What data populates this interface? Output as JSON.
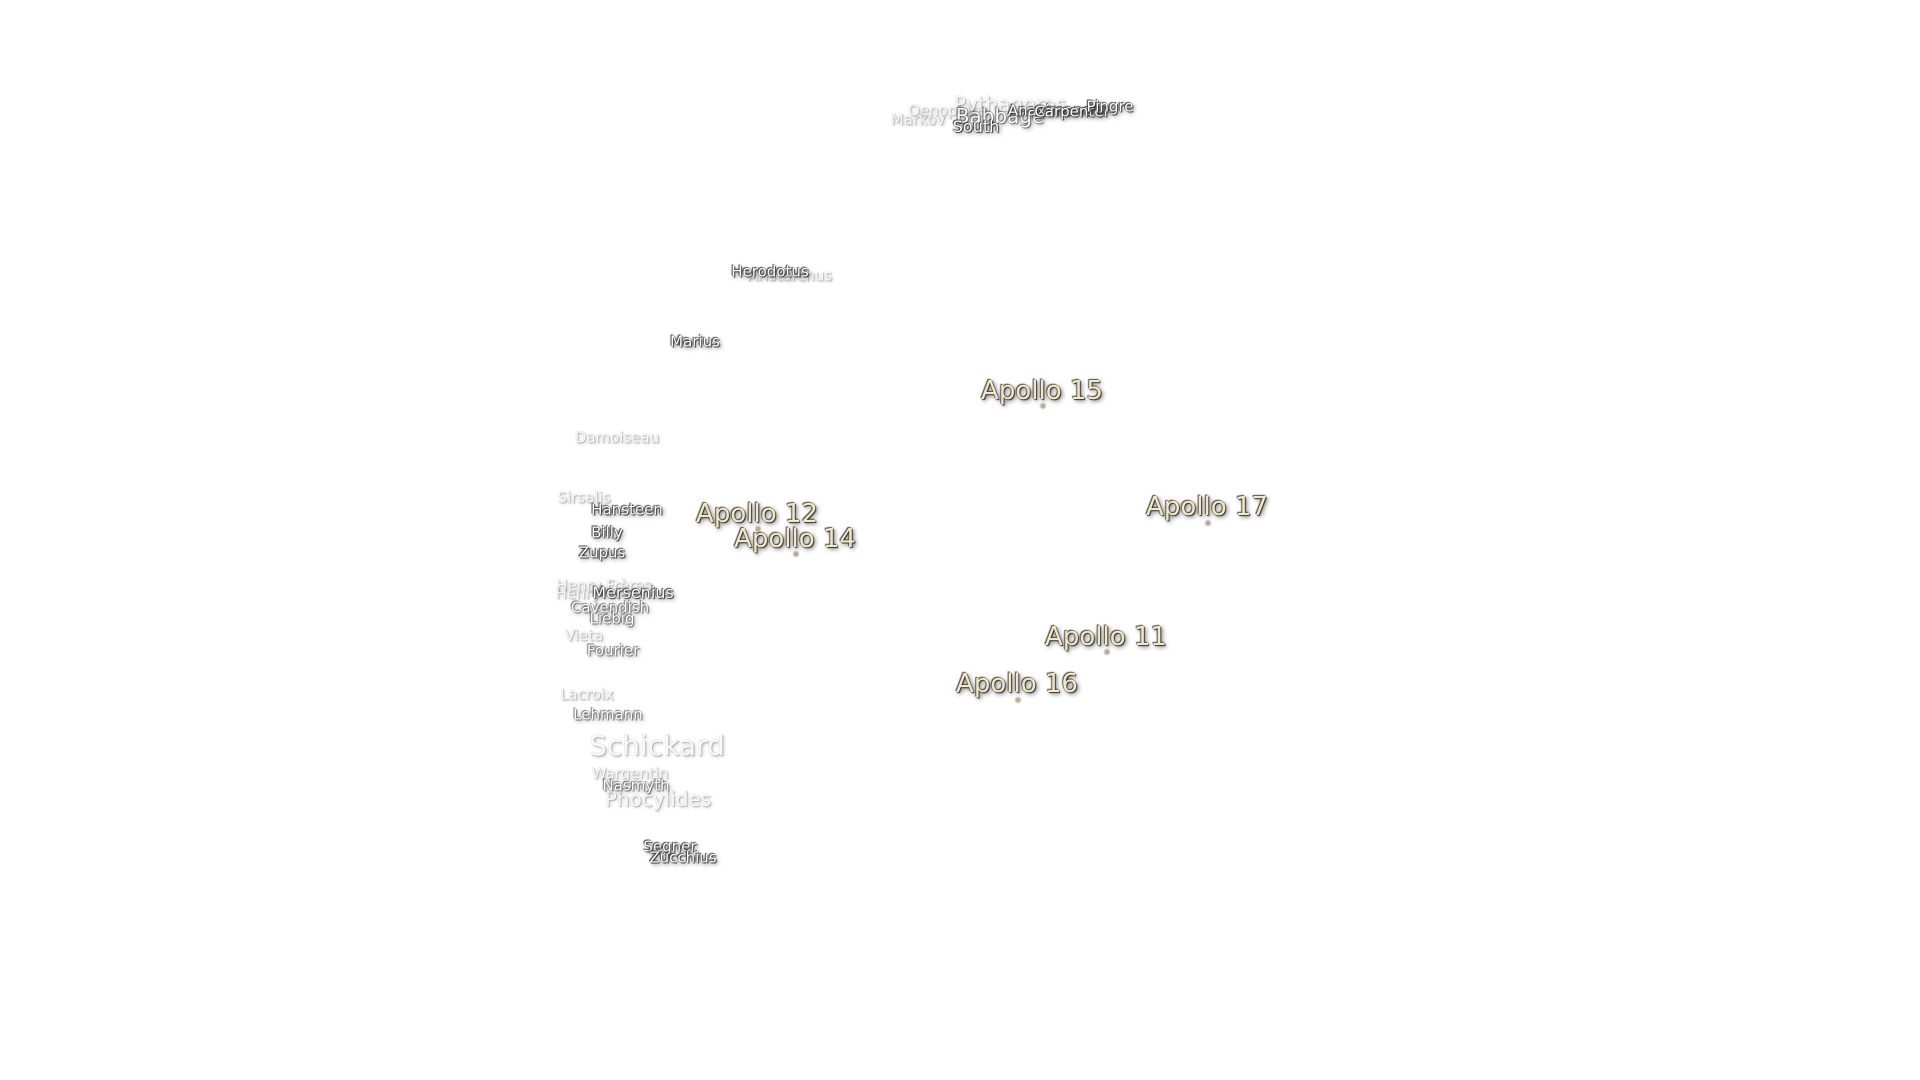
{
  "crater_labels": [
    {
      "name": "Markov"
    },
    {
      "name": "Oenopides"
    },
    {
      "name": "Pythagoras"
    },
    {
      "name": "Babbage"
    },
    {
      "name": "South"
    },
    {
      "name": "Anaximander"
    },
    {
      "name": "Carpenter"
    },
    {
      "name": "Pingre"
    },
    {
      "name": "Herodotus"
    },
    {
      "name": "Aristarchus"
    },
    {
      "name": "Marius"
    },
    {
      "name": "Damoiseau"
    },
    {
      "name": "Sirsalis"
    },
    {
      "name": "Hansteen"
    },
    {
      "name": "Billy"
    },
    {
      "name": "Zupus"
    },
    {
      "name": "Henry Frères"
    },
    {
      "name": "Henry"
    },
    {
      "name": "Mersenius"
    },
    {
      "name": "Cavendish"
    },
    {
      "name": "Liebig"
    },
    {
      "name": "Vieta"
    },
    {
      "name": "Fourier"
    },
    {
      "name": "Lacroix"
    },
    {
      "name": "Lehmann"
    },
    {
      "name": "Schickard"
    },
    {
      "name": "Wargentin"
    },
    {
      "name": "Nasmyth"
    },
    {
      "name": "Phocylides"
    },
    {
      "name": "Segner"
    },
    {
      "name": "Zucchius"
    }
  ],
  "landing_sites": [
    {
      "name": "Apollo 15"
    },
    {
      "name": "Apollo 12"
    },
    {
      "name": "Apollo 14"
    },
    {
      "name": "Apollo 17"
    },
    {
      "name": "Apollo 11"
    },
    {
      "name": "Apollo 16"
    }
  ],
  "colors": {
    "background": "#ffffff",
    "crater_text": "#ffffff",
    "apollo_text": "#f5e7c2"
  }
}
